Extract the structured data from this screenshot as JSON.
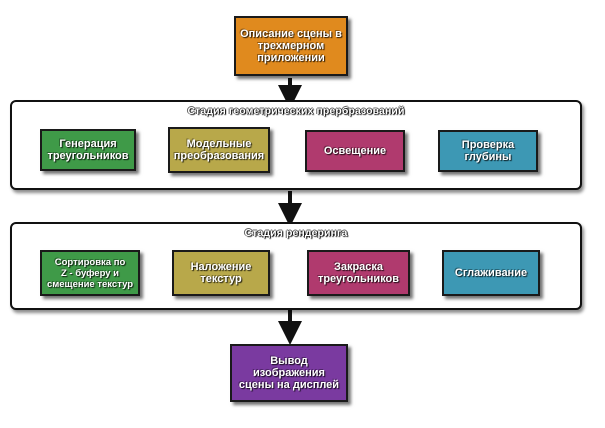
{
  "top_box": {
    "lines": [
      "Описание сцены в",
      "трехмерном",
      "приложении"
    ],
    "color": "#e08a1e"
  },
  "stage_geometry": {
    "title": "Стадия геометрических прербразований",
    "boxes": [
      {
        "lines": [
          "Генерация",
          "треугольников"
        ],
        "color": "#3f9a48"
      },
      {
        "lines": [
          "Модельные",
          "преобразования"
        ],
        "color": "#b8a84a"
      },
      {
        "lines": [
          "Освещение"
        ],
        "color": "#b03a6e"
      },
      {
        "lines": [
          "Проверка",
          "глубины"
        ],
        "color": "#3d98b4"
      }
    ]
  },
  "stage_render": {
    "title": "Стадия рендеринга",
    "boxes": [
      {
        "lines": [
          "Сортировка по",
          "Z -  буферу и",
          "смещение текстур"
        ],
        "color": "#3f9a48"
      },
      {
        "lines": [
          "Наложение",
          "текстур"
        ],
        "color": "#b8a84a"
      },
      {
        "lines": [
          "Закраска",
          "треугольников"
        ],
        "color": "#b03a6e"
      },
      {
        "lines": [
          "Сглаживание"
        ],
        "color": "#3d98b4"
      }
    ]
  },
  "bottom_box": {
    "lines": [
      "Вывод",
      "изображения",
      "сцены на дисплей"
    ],
    "color": "#7a3aa0"
  }
}
